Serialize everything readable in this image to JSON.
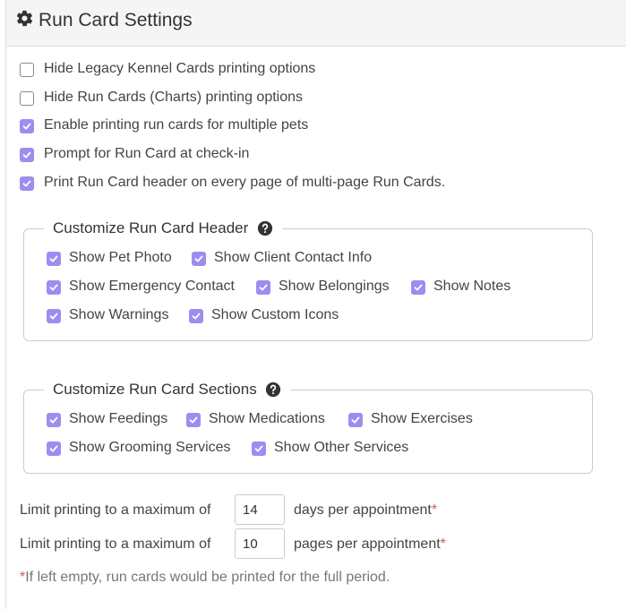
{
  "header": {
    "title": "Run Card Settings",
    "icon": "gear-icon"
  },
  "options": [
    {
      "label": "Hide Legacy Kennel Cards printing options",
      "checked": false
    },
    {
      "label": "Hide Run Cards (Charts) printing options",
      "checked": false
    },
    {
      "label": "Enable printing run cards for multiple pets",
      "checked": true
    },
    {
      "label": "Prompt for Run Card at check-in",
      "checked": true
    },
    {
      "label": "Print Run Card header on every page of multi-page Run Cards.",
      "checked": true
    }
  ],
  "header_group": {
    "title": "Customize Run Card Header",
    "help_icon": "question-circle-icon",
    "items": [
      {
        "label": "Show Pet Photo",
        "checked": true
      },
      {
        "label": "Show Client Contact Info",
        "checked": true
      },
      {
        "label": "Show Emergency Contact",
        "checked": true
      },
      {
        "label": "Show Belongings",
        "checked": true
      },
      {
        "label": "Show Notes",
        "checked": true
      },
      {
        "label": "Show Warnings",
        "checked": true
      },
      {
        "label": "Show Custom Icons",
        "checked": true
      }
    ]
  },
  "sections_group": {
    "title": "Customize Run Card Sections",
    "help_icon": "question-circle-icon",
    "items": [
      {
        "label": "Show Feedings",
        "checked": true
      },
      {
        "label": "Show Medications",
        "checked": true
      },
      {
        "label": "Show Exercises",
        "checked": true
      },
      {
        "label": "Show Grooming Services",
        "checked": true
      },
      {
        "label": "Show Other Services",
        "checked": true
      }
    ]
  },
  "limits": {
    "days": {
      "prefix": "Limit printing to a maximum of",
      "value": "14",
      "suffix": "days per appointment",
      "required_mark": "*"
    },
    "pages": {
      "prefix": "Limit printing to a maximum of",
      "value": "10",
      "suffix": "pages per appointment",
      "required_mark": "*"
    }
  },
  "footnote": {
    "mark": "*",
    "text": "If left empty, run cards would be printed for the full period."
  },
  "colors": {
    "checkbox_checked": "#9b8ef0",
    "required": "#d9534f",
    "header_bg": "#f5f5f5"
  }
}
